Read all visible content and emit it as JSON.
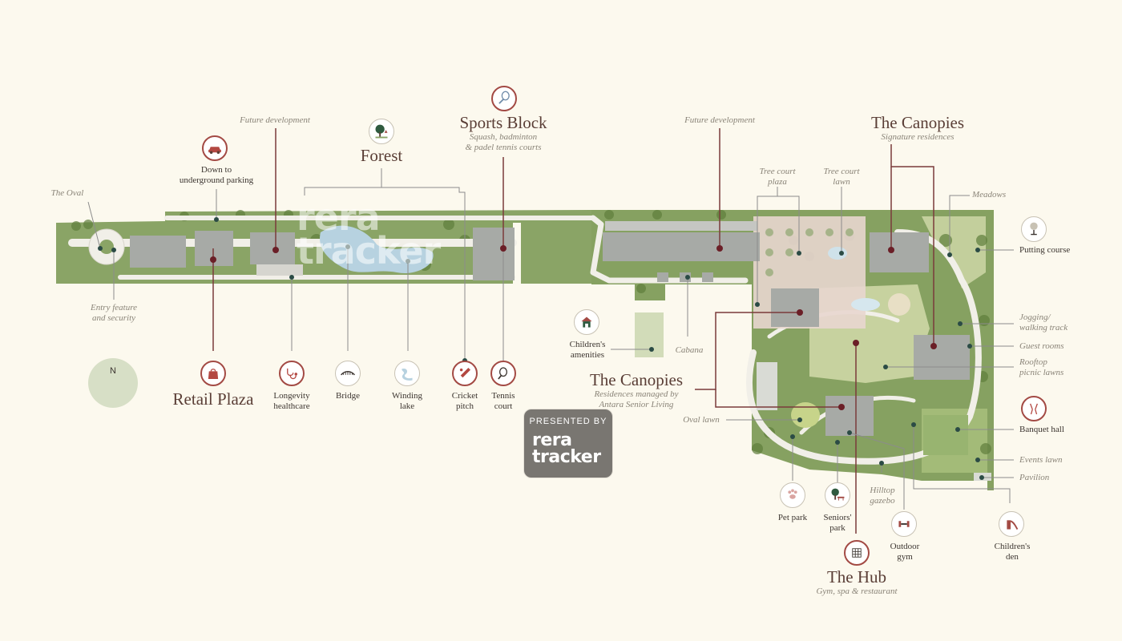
{
  "zones": {
    "sports_block": {
      "title": "Sports Block",
      "sub1": "Squash, badminton",
      "sub2": "& padel tennis courts"
    },
    "forest": {
      "title": "Forest"
    },
    "canopies_top": {
      "title": "The Canopies",
      "sub": "Signature residences"
    },
    "canopies_mid": {
      "title": "The Canopies",
      "sub1": "Residences managed by",
      "sub2": "Antara Senior Living"
    },
    "retail_plaza": {
      "title": "Retail Plaza"
    },
    "hub": {
      "title": "The Hub",
      "sub": "Gym, spa & restaurant"
    }
  },
  "labels": {
    "future_dev_left": "Future development",
    "future_dev_right": "Future development",
    "the_oval": "The Oval",
    "parking_1": "Down to",
    "parking_2": "underground parking",
    "entry_1": "Entry feature",
    "entry_2": "and security",
    "tree_court_plaza_1": "Tree court",
    "tree_court_plaza_2": "plaza",
    "tree_court_lawn_1": "Tree court",
    "tree_court_lawn_2": "lawn",
    "meadows": "Meadows",
    "putting_course": "Putting course",
    "jogging_1": "Jogging/",
    "jogging_2": "walking track",
    "guest_rooms": "Guest rooms",
    "rooftop_1": "Rooftop",
    "rooftop_2": "picnic lawns",
    "banquet_hall": "Banquet hall",
    "events_lawn": "Events lawn",
    "pavilion": "Pavilion",
    "childrens_den_1": "Children's",
    "childrens_den_2": "den",
    "outdoor_gym_1": "Outdoor",
    "outdoor_gym_2": "gym",
    "hilltop_1": "Hilltop",
    "hilltop_2": "gazebo",
    "seniors_park_1": "Seniors'",
    "seniors_park_2": "park",
    "pet_park": "Pet park",
    "oval_lawn": "Oval lawn",
    "cabana": "Cabana",
    "childrens_amenities_1": "Children's",
    "childrens_amenities_2": "amenities",
    "longevity_1": "Longevity",
    "longevity_2": "healthcare",
    "bridge": "Bridge",
    "winding_lake_1": "Winding",
    "winding_lake_2": "lake",
    "cricket_1": "Cricket",
    "cricket_2": "pitch",
    "tennis_1": "Tennis",
    "tennis_2": "court"
  },
  "compass": "N",
  "badge": {
    "top": "PRESENTED BY",
    "line1": "rera",
    "line2": "tracker"
  },
  "watermark": {
    "line1": "rera",
    "line2": "tracker"
  },
  "colors": {
    "background": "#fcf9ee",
    "accent": "#a34a44",
    "green": "#7e9a55",
    "building": "#a7aaa6",
    "path": "#f1efe8"
  },
  "icons": [
    "car-icon",
    "tree-icon",
    "racket-icon",
    "shopping-bag-icon",
    "stethoscope-icon",
    "bridge-icon",
    "lake-icon",
    "cricket-bat-icon",
    "tennis-ball-icon",
    "playhouse-icon",
    "golf-icon",
    "banquet-icon",
    "slide-icon",
    "dumbbell-icon",
    "bench-icon",
    "paw-icon",
    "gym-icon"
  ]
}
